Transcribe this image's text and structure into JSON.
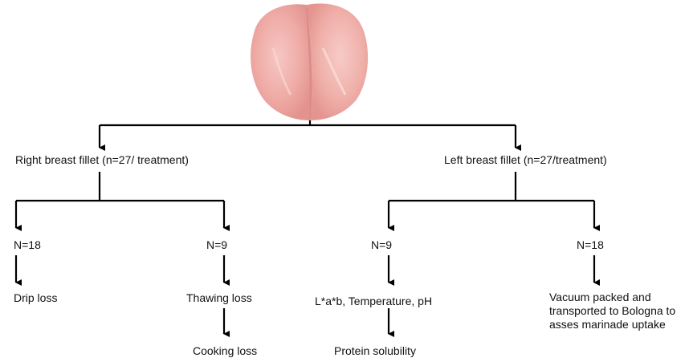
{
  "image": {
    "icon": "chicken-breast-icon"
  },
  "nodes": {
    "right_fillet": "Right breast fillet (n=27/ treatment)",
    "left_fillet": "Left breast fillet (n=27/treatment)",
    "right_n18": "N=18",
    "right_n9": "N=9",
    "left_n9": "N=9",
    "left_n18": "N=18",
    "drip_loss": "Drip loss",
    "thawing_loss": "Thawing loss",
    "cooking_loss": "Cooking loss",
    "color_temp_ph": "L*a*b, Temperature, pH",
    "protein_solubility": "Protein solubility",
    "vacuum_packed": "Vacuum packed and transported to Bologna to asses marinade uptake"
  }
}
